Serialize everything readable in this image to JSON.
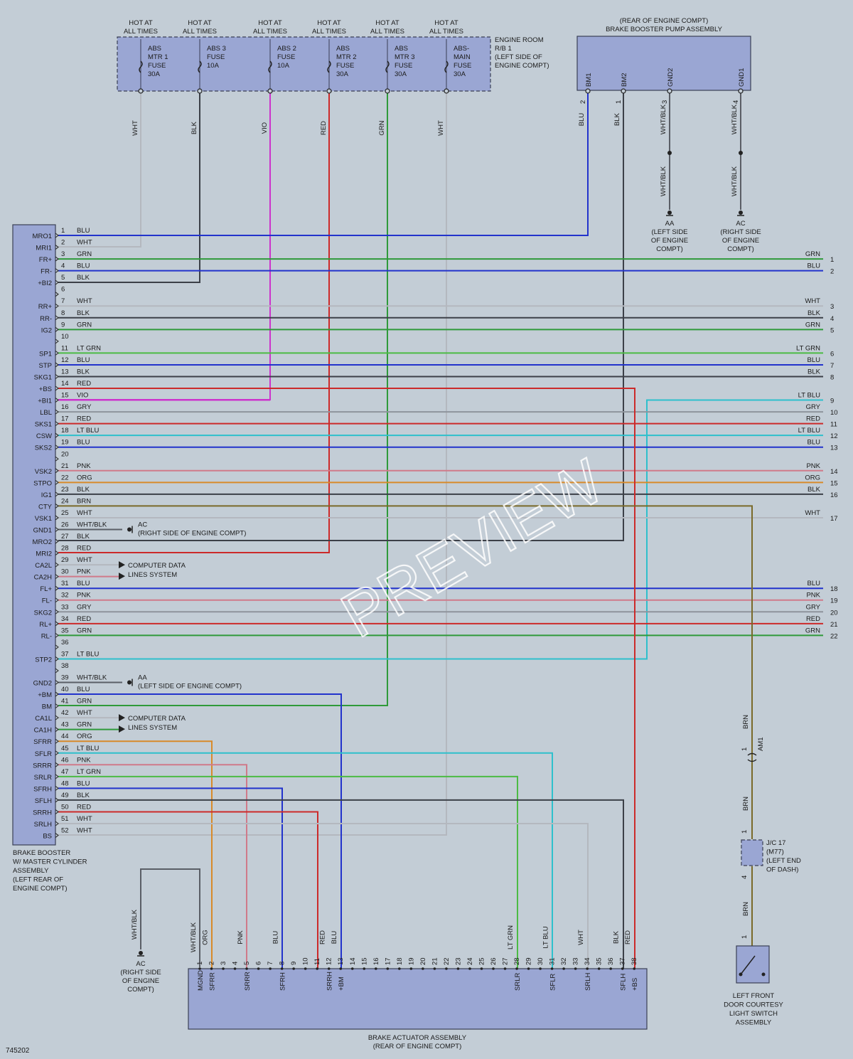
{
  "figure_id": "745202",
  "watermark": "PREVIEW",
  "wire_colors": {
    "BLU": "#2233cc",
    "WHT": "#b4b8bf",
    "GRN": "#2f9a3a",
    "BLK": "#3c4048",
    "LT GRN": "#4cbb44",
    "RED": "#cc2a2a",
    "VIO": "#cc33cc",
    "GRY": "#8e949c",
    "LT BLU": "#2ec0cc",
    "PNK": "#d07a8a",
    "ORG": "#d88a2a",
    "BRN": "#7a6a2a",
    "WHT/BLK": "#5a5e66"
  },
  "fuse_box": {
    "hot_label": [
      "HOT AT",
      "ALL TIMES"
    ],
    "title": [
      "ENGINE ROOM",
      "R/B 1",
      "(LEFT SIDE OF",
      "ENGINE COMPT)"
    ],
    "fuses": [
      {
        "name": [
          "ABS",
          "MTR 1",
          "FUSE",
          "30A"
        ],
        "wire": "WHT"
      },
      {
        "name": [
          "ABS 3",
          "FUSE",
          "10A"
        ],
        "wire": "BLK"
      },
      {
        "name": [
          "ABS 2",
          "FUSE",
          "10A"
        ],
        "wire": "VIO"
      },
      {
        "name": [
          "ABS",
          "MTR 2",
          "FUSE",
          "30A"
        ],
        "wire": "RED"
      },
      {
        "name": [
          "ABS",
          "MTR 3",
          "FUSE",
          "30A"
        ],
        "wire": "GRN"
      },
      {
        "name": [
          "ABS-",
          "MAIN",
          "FUSE",
          "30A"
        ],
        "wire": "WHT"
      }
    ]
  },
  "pump": {
    "title": [
      "(REAR OF ENGINE COMPT)",
      "BRAKE BOOSTER PUMP ASSEMBLY"
    ],
    "pins": [
      {
        "label": "BM1",
        "num": "2",
        "wire": "BLU"
      },
      {
        "label": "BM2",
        "num": "1",
        "wire": "BLK"
      },
      {
        "label": "GND2",
        "num": "3",
        "wire": "WHT/BLK"
      },
      {
        "label": "GND1",
        "num": "4",
        "wire": "WHT/BLK"
      }
    ],
    "grounds": [
      {
        "id": "AA",
        "desc": [
          "(LEFT SIDE",
          "OF ENGINE",
          "COMPT)"
        ]
      },
      {
        "id": "AC",
        "desc": [
          "(RIGHT SIDE",
          "OF ENGINE",
          "COMPT)"
        ]
      }
    ]
  },
  "module": {
    "caption": [
      "BRAKE BOOSTER",
      "W/ MASTER CYLINDER",
      "ASSEMBLY",
      "(LEFT REAR OF",
      "ENGINE COMPT)"
    ],
    "pins": [
      {
        "n": "1",
        "label": "MRO1",
        "color": "BLU"
      },
      {
        "n": "2",
        "label": "MRI1",
        "color": "WHT"
      },
      {
        "n": "3",
        "label": "FR+",
        "color": "GRN"
      },
      {
        "n": "4",
        "label": "FR-",
        "color": "BLU"
      },
      {
        "n": "5",
        "label": "+BI2",
        "color": "BLK"
      },
      {
        "n": "6",
        "label": "",
        "color": ""
      },
      {
        "n": "7",
        "label": "RR+",
        "color": "WHT"
      },
      {
        "n": "8",
        "label": "RR-",
        "color": "BLK"
      },
      {
        "n": "9",
        "label": "IG2",
        "color": "GRN"
      },
      {
        "n": "10",
        "label": "",
        "color": ""
      },
      {
        "n": "11",
        "label": "SP1",
        "color": "LT GRN"
      },
      {
        "n": "12",
        "label": "STP",
        "color": "BLU"
      },
      {
        "n": "13",
        "label": "SKG1",
        "color": "BLK"
      },
      {
        "n": "14",
        "label": "+BS",
        "color": "RED"
      },
      {
        "n": "15",
        "label": "+BI1",
        "color": "VIO"
      },
      {
        "n": "16",
        "label": "LBL",
        "color": "GRY"
      },
      {
        "n": "17",
        "label": "SKS1",
        "color": "RED"
      },
      {
        "n": "18",
        "label": "CSW",
        "color": "LT BLU"
      },
      {
        "n": "19",
        "label": "SKS2",
        "color": "BLU"
      },
      {
        "n": "20",
        "label": "",
        "color": ""
      },
      {
        "n": "21",
        "label": "VSK2",
        "color": "PNK"
      },
      {
        "n": "22",
        "label": "STPO",
        "color": "ORG"
      },
      {
        "n": "23",
        "label": "IG1",
        "color": "BLK"
      },
      {
        "n": "24",
        "label": "CTY",
        "color": "BRN"
      },
      {
        "n": "25",
        "label": "VSK1",
        "color": "WHT"
      },
      {
        "n": "26",
        "label": "GND1",
        "color": "WHT/BLK"
      },
      {
        "n": "27",
        "label": "MRO2",
        "color": "BLK"
      },
      {
        "n": "28",
        "label": "MRI2",
        "color": "RED"
      },
      {
        "n": "29",
        "label": "CA2L",
        "color": "WHT"
      },
      {
        "n": "30",
        "label": "CA2H",
        "color": "PNK"
      },
      {
        "n": "31",
        "label": "FL+",
        "color": "BLU"
      },
      {
        "n": "32",
        "label": "FL-",
        "color": "PNK"
      },
      {
        "n": "33",
        "label": "SKG2",
        "color": "GRY"
      },
      {
        "n": "34",
        "label": "RL+",
        "color": "RED"
      },
      {
        "n": "35",
        "label": "RL-",
        "color": "GRN"
      },
      {
        "n": "36",
        "label": "",
        "color": ""
      },
      {
        "n": "37",
        "label": "STP2",
        "color": "LT BLU"
      },
      {
        "n": "38",
        "label": "",
        "color": ""
      },
      {
        "n": "39",
        "label": "GND2",
        "color": "WHT/BLK"
      },
      {
        "n": "40",
        "label": "+BM",
        "color": "BLU"
      },
      {
        "n": "41",
        "label": "BM",
        "color": "GRN"
      },
      {
        "n": "42",
        "label": "CA1L",
        "color": "WHT"
      },
      {
        "n": "43",
        "label": "CA1H",
        "color": "GRN"
      },
      {
        "n": "44",
        "label": "SFRR",
        "color": "ORG"
      },
      {
        "n": "45",
        "label": "SFLR",
        "color": "LT BLU"
      },
      {
        "n": "46",
        "label": "SRRR",
        "color": "PNK"
      },
      {
        "n": "47",
        "label": "SRLR",
        "color": "LT GRN"
      },
      {
        "n": "48",
        "label": "SFRH",
        "color": "BLU"
      },
      {
        "n": "49",
        "label": "SFLH",
        "color": "BLK"
      },
      {
        "n": "50",
        "label": "SRRH",
        "color": "RED"
      },
      {
        "n": "51",
        "label": "SRLH",
        "color": "WHT"
      },
      {
        "n": "52",
        "label": "BS",
        "color": "WHT"
      }
    ],
    "notes": [
      {
        "pin": "26",
        "lines": [
          "AC",
          "(RIGHT SIDE OF ENGINE COMPT)"
        ],
        "kind": "ground"
      },
      {
        "pin": "29",
        "lines": [
          "COMPUTER DATA",
          "LINES SYSTEM"
        ],
        "kind": "arrow"
      },
      {
        "pin": "39",
        "lines": [
          "AA",
          "(LEFT SIDE OF ENGINE COMPT)"
        ],
        "kind": "ground"
      },
      {
        "pin": "42",
        "lines": [
          "COMPUTER DATA",
          "LINES SYSTEM"
        ],
        "kind": "arrow"
      }
    ]
  },
  "right_outputs": [
    {
      "n": "1",
      "color": "GRN",
      "pin": "3"
    },
    {
      "n": "2",
      "color": "BLU",
      "pin": "4"
    },
    {
      "n": "3",
      "color": "WHT",
      "pin": "7"
    },
    {
      "n": "4",
      "color": "BLK",
      "pin": "8"
    },
    {
      "n": "5",
      "color": "GRN",
      "pin": "9"
    },
    {
      "n": "6",
      "color": "LT GRN",
      "pin": "11"
    },
    {
      "n": "7",
      "color": "BLU",
      "pin": "12"
    },
    {
      "n": "8",
      "color": "BLK",
      "pin": "13"
    },
    {
      "n": "9",
      "color": "LT BLU",
      "pin": "15"
    },
    {
      "n": "10",
      "color": "GRY",
      "pin": "16"
    },
    {
      "n": "11",
      "color": "RED",
      "pin": "17"
    },
    {
      "n": "12",
      "color": "LT BLU",
      "pin": "18"
    },
    {
      "n": "13",
      "color": "BLU",
      "pin": "19"
    },
    {
      "n": "14",
      "color": "PNK",
      "pin": "21"
    },
    {
      "n": "15",
      "color": "ORG",
      "pin": "22"
    },
    {
      "n": "16",
      "color": "BLK",
      "pin": "23"
    },
    {
      "n": "17",
      "color": "WHT",
      "pin": "25"
    },
    {
      "n": "18",
      "color": "BLU",
      "pin": "31"
    },
    {
      "n": "19",
      "color": "PNK",
      "pin": "32"
    },
    {
      "n": "20",
      "color": "GRY",
      "pin": "33"
    },
    {
      "n": "21",
      "color": "RED",
      "pin": "34"
    },
    {
      "n": "22",
      "color": "GRN",
      "pin": "35"
    }
  ],
  "actuator": {
    "caption": [
      "BRAKE ACTUATOR ASSEMBLY",
      "(REAR OF ENGINE COMPT)"
    ],
    "pins": [
      {
        "n": "1",
        "label": "MGND",
        "wire": "WHT/BLK"
      },
      {
        "n": "2",
        "label": "SFRR",
        "wire": "ORG"
      },
      {
        "n": "3",
        "label": "",
        "wire": ""
      },
      {
        "n": "4",
        "label": "",
        "wire": ""
      },
      {
        "n": "5",
        "label": "SRRR",
        "wire": "PNK"
      },
      {
        "n": "6",
        "label": "",
        "wire": ""
      },
      {
        "n": "7",
        "label": "",
        "wire": ""
      },
      {
        "n": "8",
        "label": "SFRH",
        "wire": "BLU"
      },
      {
        "n": "9",
        "label": "",
        "wire": ""
      },
      {
        "n": "10",
        "label": "",
        "wire": ""
      },
      {
        "n": "11",
        "label": "",
        "wire": ""
      },
      {
        "n": "12",
        "label": "SRRH",
        "wire": "RED"
      },
      {
        "n": "13",
        "label": "+BM",
        "wire": "BLU"
      },
      {
        "n": "14",
        "label": "",
        "wire": ""
      },
      {
        "n": "15",
        "label": "",
        "wire": ""
      },
      {
        "n": "16",
        "label": "",
        "wire": ""
      },
      {
        "n": "17",
        "label": "",
        "wire": ""
      },
      {
        "n": "18",
        "label": "",
        "wire": ""
      },
      {
        "n": "19",
        "label": "",
        "wire": ""
      },
      {
        "n": "20",
        "label": "",
        "wire": ""
      },
      {
        "n": "21",
        "label": "",
        "wire": ""
      },
      {
        "n": "22",
        "label": "",
        "wire": ""
      },
      {
        "n": "23",
        "label": "",
        "wire": ""
      },
      {
        "n": "24",
        "label": "",
        "wire": ""
      },
      {
        "n": "25",
        "label": "",
        "wire": ""
      },
      {
        "n": "26",
        "label": "",
        "wire": ""
      },
      {
        "n": "27",
        "label": "",
        "wire": ""
      },
      {
        "n": "28",
        "label": "SRLR",
        "wire": "LT GRN"
      },
      {
        "n": "29",
        "label": "",
        "wire": ""
      },
      {
        "n": "30",
        "label": "",
        "wire": ""
      },
      {
        "n": "31",
        "label": "SFLR",
        "wire": "LT BLU"
      },
      {
        "n": "32",
        "label": "",
        "wire": ""
      },
      {
        "n": "33",
        "label": "",
        "wire": ""
      },
      {
        "n": "34",
        "label": "SRLH",
        "wire": "WHT"
      },
      {
        "n": "35",
        "label": "",
        "wire": ""
      },
      {
        "n": "36",
        "label": "",
        "wire": ""
      },
      {
        "n": "37",
        "label": "SFLH",
        "wire": "BLK"
      },
      {
        "n": "38",
        "label": "+BS",
        "wire": "RED"
      }
    ],
    "ground": {
      "id": "AC",
      "desc": [
        "(RIGHT SIDE",
        "OF ENGINE",
        "COMPT)"
      ]
    },
    "extra_wire": "WHT/BLK"
  },
  "junction": {
    "am1": {
      "label": "AM1",
      "pin": "1"
    },
    "jc": {
      "label": [
        "J/C 17",
        "(M77)",
        "(LEFT END",
        "OF DASH)"
      ],
      "pin_top": "1",
      "pin_bottom": "4"
    },
    "wire": "BRN"
  },
  "switch": {
    "pin": "1",
    "caption": [
      "LEFT FRONT",
      "DOOR COURTESY",
      "LIGHT SWITCH",
      "ASSEMBLY"
    ]
  }
}
